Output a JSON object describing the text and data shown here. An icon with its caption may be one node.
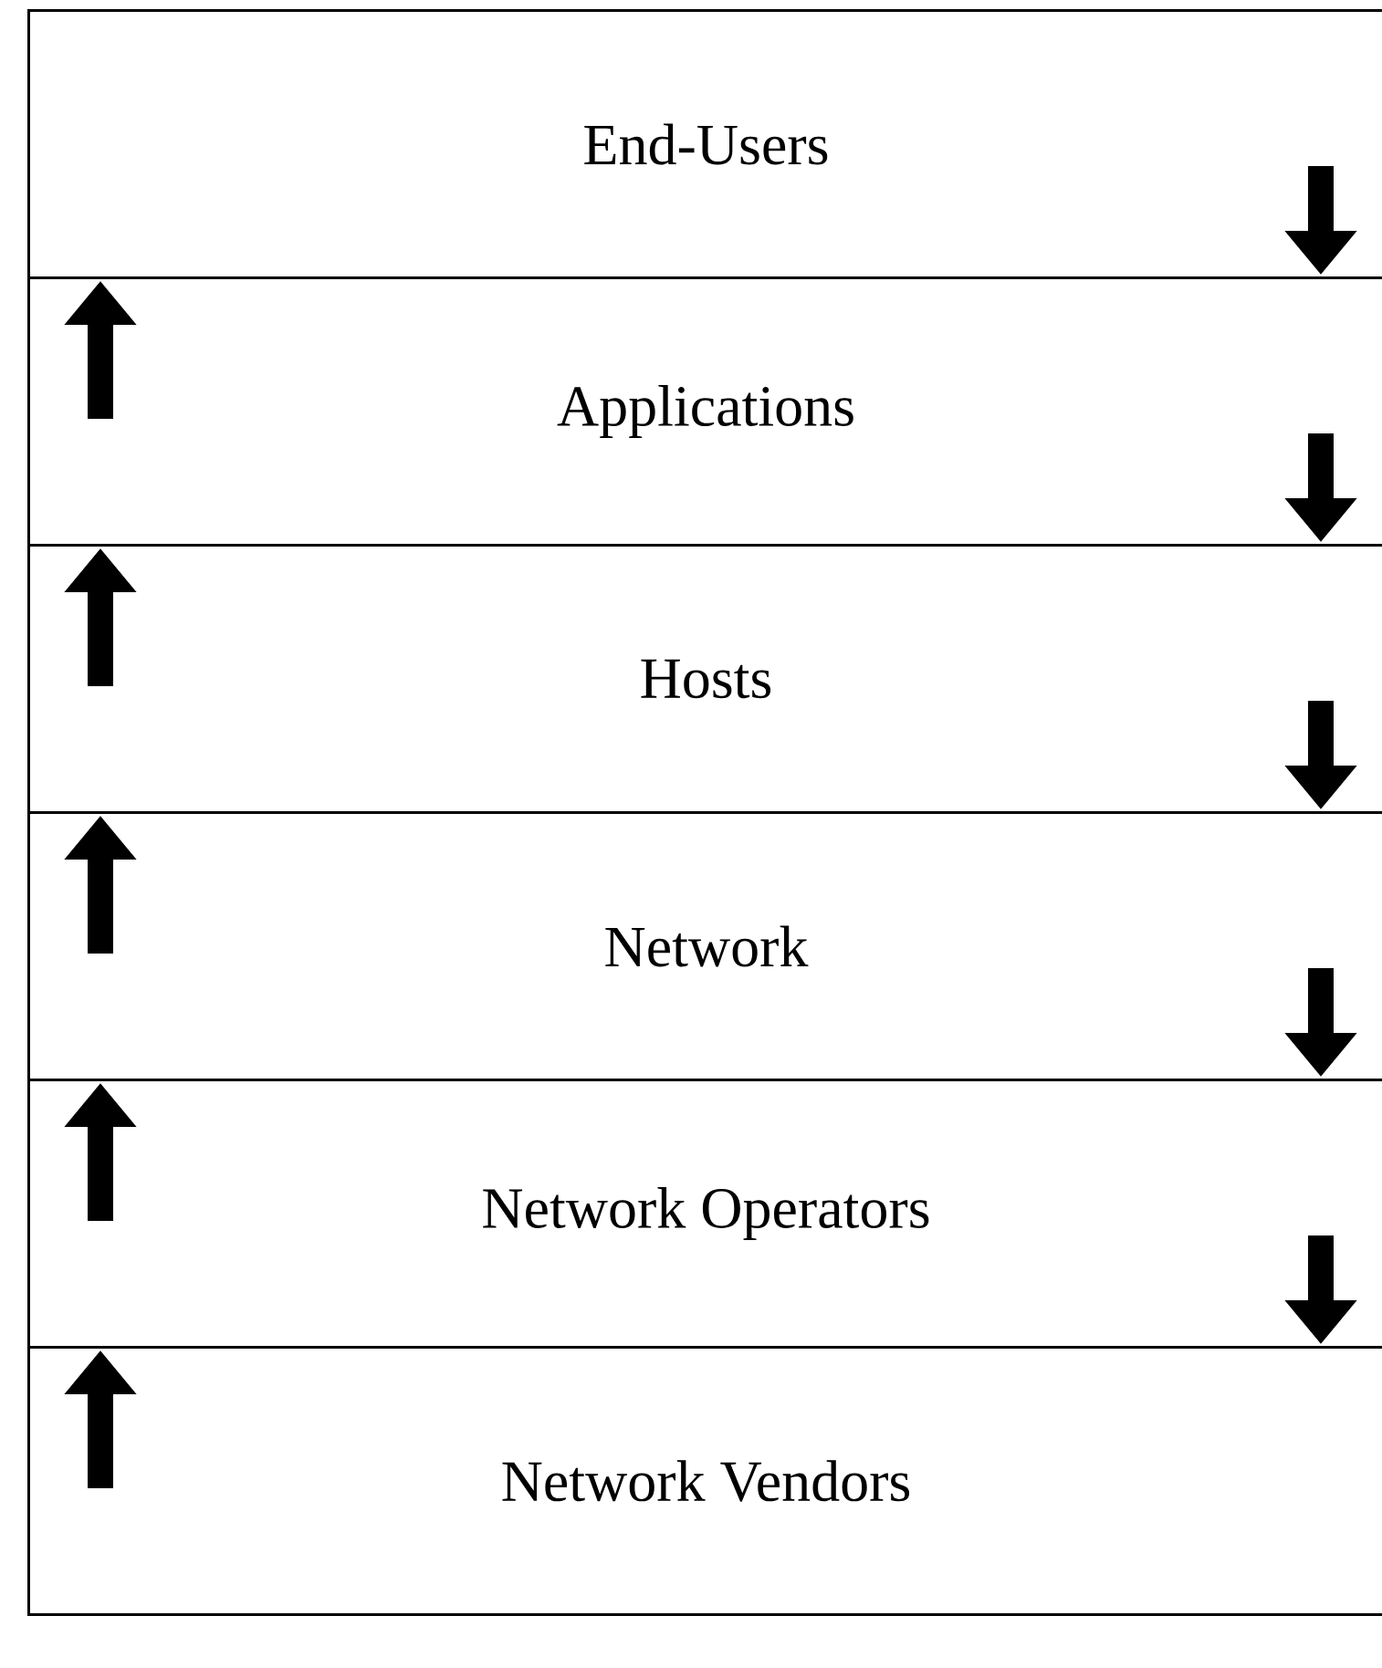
{
  "diagram": {
    "nodes": [
      {
        "text": [
          "End-Users"
        ]
      },
      {
        "text": [
          "Applications"
        ]
      },
      {
        "text": [
          "Hosts"
        ]
      },
      {
        "text": [
          "Network"
        ]
      },
      {
        "text": [
          "Network Operators"
        ]
      },
      {
        "text": [
          "Network Vendors"
        ]
      }
    ],
    "edges": [
      {
        "from": 0,
        "to": 1,
        "arrow": "to"
      },
      {
        "from": 1,
        "to": 0,
        "arrow": "to"
      },
      {
        "from": 1,
        "to": 2,
        "arrow": "to"
      },
      {
        "from": 2,
        "to": 1,
        "arrow": "to"
      },
      {
        "from": 2,
        "to": 3,
        "arrow": "to"
      },
      {
        "from": 3,
        "to": 2,
        "arrow": "to"
      },
      {
        "from": 3,
        "to": 4,
        "arrow": "to"
      },
      {
        "from": 4,
        "to": 3,
        "arrow": "to"
      },
      {
        "from": 4,
        "to": 5,
        "arrow": "to"
      },
      {
        "from": 5,
        "to": 4,
        "arrow": "to"
      }
    ]
  }
}
